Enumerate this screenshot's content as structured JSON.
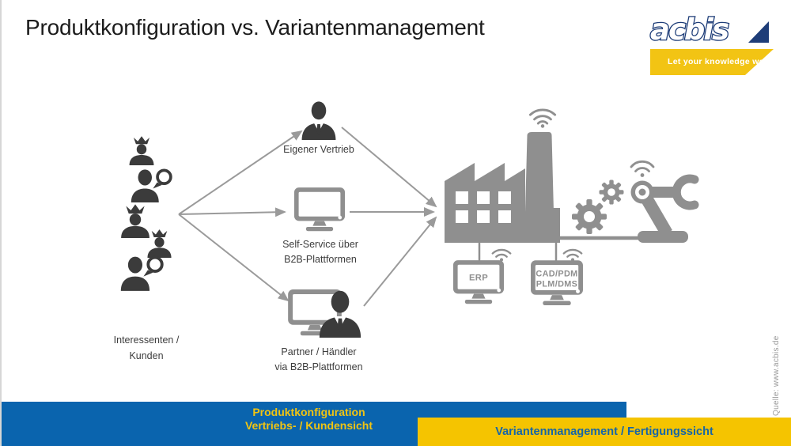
{
  "slide": {
    "title": "Produktkonfiguration vs. Variantenmanagement",
    "source_note": "Quelle: www.acbis.de"
  },
  "logo": {
    "brand": "acbis",
    "tagline": "Let your knowledge work"
  },
  "diagram": {
    "customers": {
      "line1": "Interessenten /",
      "line2": "Kunden"
    },
    "channels": [
      {
        "id": "eigener-vertrieb",
        "line1": "Eigener Vertrieb",
        "line2": ""
      },
      {
        "id": "self-service",
        "line1": "Self-Service über",
        "line2": "B2B-Plattformen"
      },
      {
        "id": "partner",
        "line1": "Partner / Händler",
        "line2": "via B2B-Plattformen"
      }
    ],
    "systems": [
      {
        "id": "erp",
        "line1": "ERP"
      },
      {
        "id": "cad-pdm",
        "line1": "CAD/PDM",
        "line2": "PLM/DMS"
      }
    ],
    "icons": [
      "crown-user",
      "chat-user",
      "business-user",
      "monitor",
      "factory",
      "wifi",
      "gears",
      "robot-arm"
    ]
  },
  "footer": {
    "sales_view": {
      "line1": "Produktkonfiguration",
      "line2": "Vertriebs- / Kundensicht"
    },
    "manufacturing_view": {
      "label": "Variantenmanagement / Fertigungssicht"
    }
  },
  "colors": {
    "brand_blue": "#0A64AE",
    "brand_navy": "#1E3D78",
    "brand_yellow": "#F5C400",
    "footer_text_yellow": "#F0C413",
    "footer_text_blue": "#1565A8",
    "icon_gray": "#8F8F8F",
    "icon_dark": "#3B3B3B",
    "arrow_gray": "#9A9A9A",
    "title_color": "#1C1C1C"
  }
}
